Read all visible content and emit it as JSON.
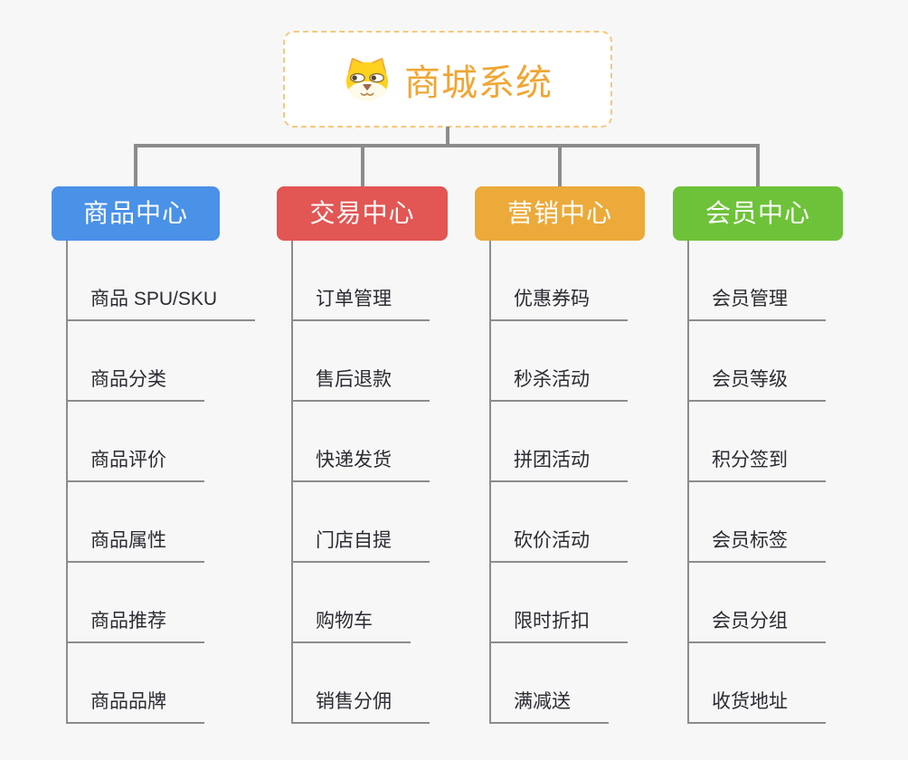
{
  "root": {
    "title": "商城系统",
    "icon": "dog-face-icon",
    "title_color": "#f0a633",
    "border_color": "#f6c87d"
  },
  "branches": [
    {
      "label": "商品中心",
      "color": "#4a91e8",
      "items": [
        "商品 SPU/SKU",
        "商品分类",
        "商品评价",
        "商品属性",
        "商品推荐",
        "商品品牌"
      ]
    },
    {
      "label": "交易中心",
      "color": "#e25653",
      "items": [
        "订单管理",
        "售后退款",
        "快递发货",
        "门店自提",
        "购物车",
        "销售分佣"
      ]
    },
    {
      "label": "营销中心",
      "color": "#ebaa3a",
      "items": [
        "优惠券码",
        "秒杀活动",
        "拼团活动",
        "砍价活动",
        "限时折扣",
        "满减送"
      ]
    },
    {
      "label": "会员中心",
      "color": "#6ec239",
      "items": [
        "会员管理",
        "会员等级",
        "积分签到",
        "会员标签",
        "会员分组",
        "收货地址"
      ]
    }
  ],
  "colors": {
    "background": "#f7f7f7",
    "connector": "#8c8c8c",
    "item_text": "#2b2b33"
  }
}
